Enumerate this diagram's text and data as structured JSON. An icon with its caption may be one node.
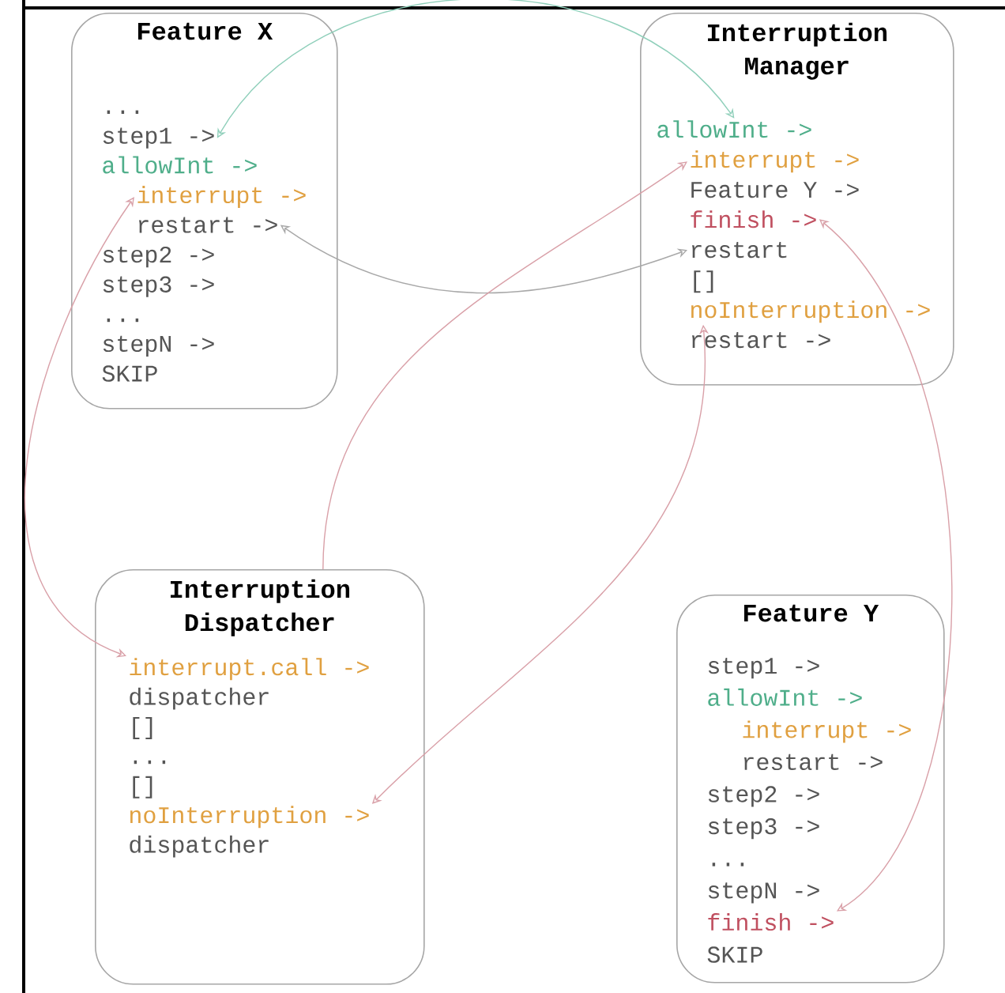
{
  "diagram": {
    "nodes": [
      {
        "text": [
          "Feature X"
        ]
      },
      {
        "text": [
          "..."
        ],
        "in": 0
      },
      {
        "text": [
          "step1 ->"
        ],
        "in": 0
      },
      {
        "text": [
          "allowInt ->"
        ],
        "in": 0
      },
      {
        "text": [
          "interrupt ->"
        ],
        "in": 0
      },
      {
        "text": [
          "restart ->"
        ],
        "in": 0
      },
      {
        "text": [
          "step2 ->"
        ],
        "in": 0
      },
      {
        "text": [
          "step3 ->"
        ],
        "in": 0
      },
      {
        "text": [
          "..."
        ],
        "in": 0
      },
      {
        "text": [
          "stepN ->"
        ],
        "in": 0
      },
      {
        "text": [
          "SKIP"
        ],
        "in": 0
      },
      {
        "text": [
          "Interruption Manager"
        ]
      },
      {
        "text": [
          "allowInt ->"
        ],
        "in": 11
      },
      {
        "text": [
          "interrupt ->"
        ],
        "in": 11
      },
      {
        "text": [
          "Feature Y ->"
        ],
        "in": 11
      },
      {
        "text": [
          "finish ->"
        ],
        "in": 11
      },
      {
        "text": [
          "restart"
        ],
        "in": 11
      },
      {
        "text": [
          "[]"
        ],
        "in": 11
      },
      {
        "text": [
          "noInterruption ->"
        ],
        "in": 11
      },
      {
        "text": [
          "restart ->"
        ],
        "in": 11
      },
      {
        "text": [
          "Interruption Dispatcher"
        ]
      },
      {
        "text": [
          "interrupt.call ->"
        ],
        "in": 20
      },
      {
        "text": [
          "dispatcher"
        ],
        "in": 20
      },
      {
        "text": [
          "[]"
        ],
        "in": 20
      },
      {
        "text": [
          "..."
        ],
        "in": 20
      },
      {
        "text": [
          "[]"
        ],
        "in": 20
      },
      {
        "text": [
          "noInterruption ->"
        ],
        "in": 20
      },
      {
        "text": [
          "dispatcher"
        ],
        "in": 20
      },
      {
        "text": [
          "Feature Y"
        ]
      },
      {
        "text": [
          "step1 ->"
        ],
        "in": 28
      },
      {
        "text": [
          "allowInt ->"
        ],
        "in": 28
      },
      {
        "text": [
          "interrupt ->"
        ],
        "in": 28
      },
      {
        "text": [
          "restart ->"
        ],
        "in": 28
      },
      {
        "text": [
          "step2 ->"
        ],
        "in": 28
      },
      {
        "text": [
          "step3 ->"
        ],
        "in": 28
      },
      {
        "text": [
          "..."
        ],
        "in": 28
      },
      {
        "text": [
          "stepN ->"
        ],
        "in": 28
      },
      {
        "text": [
          "finish ->"
        ],
        "in": 28
      },
      {
        "text": [
          "SKIP"
        ],
        "in": 28
      }
    ],
    "edges": [
      {
        "from": 2,
        "to": 12,
        "arrow": "both",
        "color": "#8fcfba"
      },
      {
        "from": 5,
        "to": 16,
        "arrow": "both",
        "color": "#a8a8a8"
      },
      {
        "from": 20,
        "to": 13,
        "arrow": "to"
      },
      {
        "from": 4,
        "to": 21,
        "arrow": "both"
      },
      {
        "from": 18,
        "to": 26,
        "arrow": "both"
      },
      {
        "from": 15,
        "to": 37,
        "arrow": "both"
      }
    ]
  }
}
